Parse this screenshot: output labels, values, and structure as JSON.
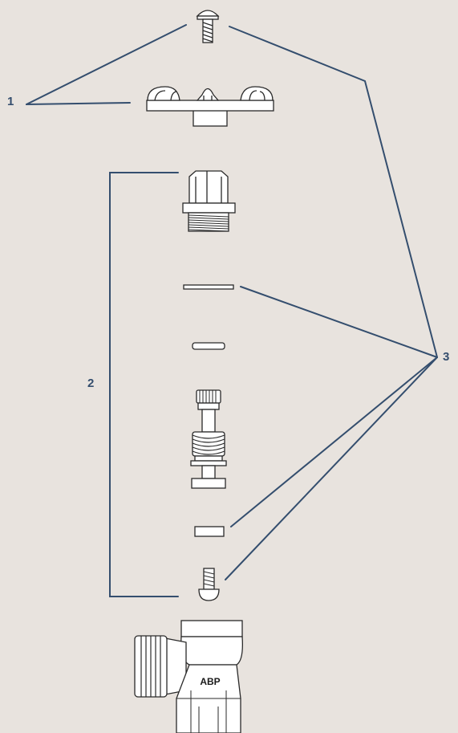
{
  "callouts": [
    {
      "id": "1",
      "label": "1"
    },
    {
      "id": "2",
      "label": "2"
    },
    {
      "id": "3",
      "label": "3"
    }
  ],
  "parts": {
    "valve_body_marking": "ABP"
  },
  "colors": {
    "background": "#e8e3de",
    "leader_line": "#344e6e",
    "part_outline": "#2a2a2a",
    "part_fill": "#ffffff"
  }
}
